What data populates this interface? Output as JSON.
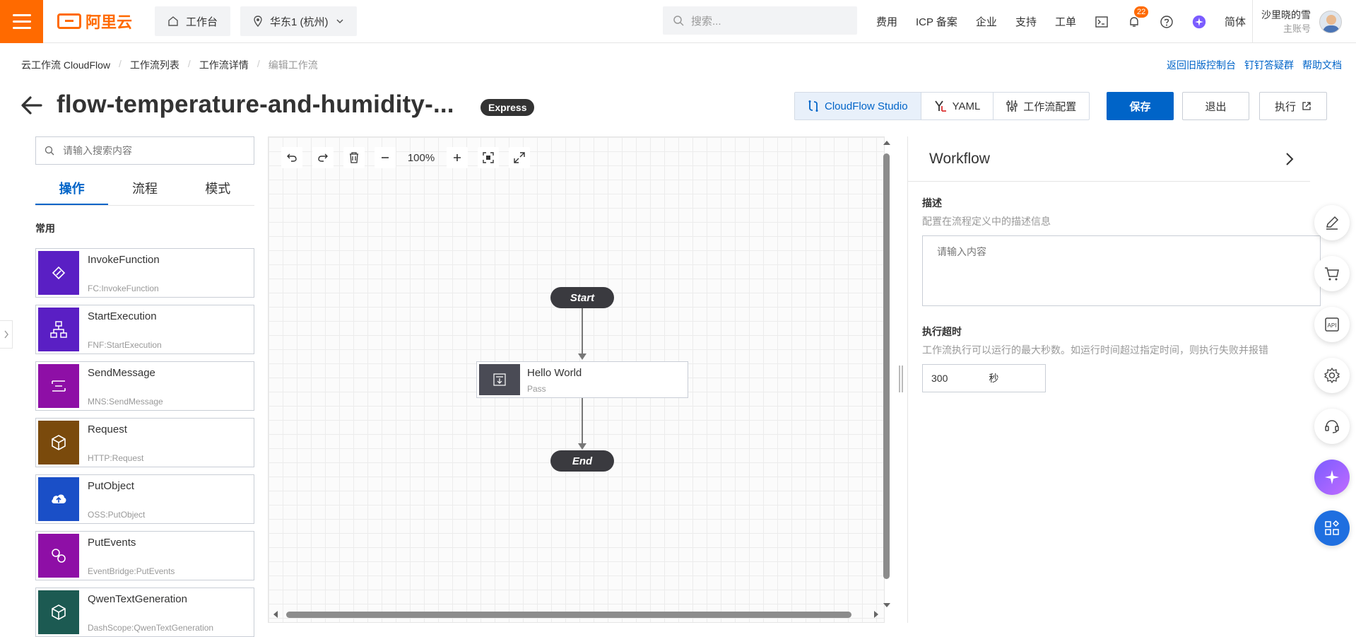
{
  "topbar": {
    "logo_text": "阿里云",
    "workbench_label": "工作台",
    "region_label": "华东1 (杭州)",
    "search_placeholder": "搜索...",
    "links": [
      "费用",
      "ICP 备案",
      "企业",
      "支持",
      "工单"
    ],
    "notification_count": "22",
    "language_label": "简体",
    "user_name": "沙里晓的雪",
    "user_role": "主账号",
    "accent_color": "#ff6a00"
  },
  "breadcrumb": {
    "items": [
      "云工作流 CloudFlow",
      "工作流列表",
      "工作流详情"
    ],
    "current": "编辑工作流"
  },
  "help_links": [
    "返回旧版控制台",
    "钉钉答疑群",
    "帮助文档"
  ],
  "header": {
    "title": "flow-temperature-and-humidity-...",
    "tag": "Express",
    "segments": [
      "CloudFlow Studio",
      "YAML",
      "工作流配置"
    ],
    "save_label": "保存",
    "exit_label": "退出",
    "run_label": "执行",
    "primary_color": "#0064c8"
  },
  "left_panel": {
    "search_placeholder": "请输入搜索内容",
    "tabs": [
      "操作",
      "流程",
      "模式"
    ],
    "section_title": "常用",
    "operations": [
      {
        "name": "InvokeFunction",
        "sub": "FC:InvokeFunction",
        "color": "#5a1fc4",
        "icon": "function-icon"
      },
      {
        "name": "StartExecution",
        "sub": "FNF:StartExecution",
        "color": "#5a1fc4",
        "icon": "flow-icon"
      },
      {
        "name": "SendMessage",
        "sub": "MNS:SendMessage",
        "color": "#8e0fa6",
        "icon": "message-icon"
      },
      {
        "name": "Request",
        "sub": "HTTP:Request",
        "color": "#7a4a0c",
        "icon": "cube-icon"
      },
      {
        "name": "PutObject",
        "sub": "OSS:PutObject",
        "color": "#1a4fc7",
        "icon": "cloud-upload-icon"
      },
      {
        "name": "PutEvents",
        "sub": "EventBridge:PutEvents",
        "color": "#8e0fa6",
        "icon": "events-icon"
      },
      {
        "name": "QwenTextGeneration",
        "sub": "DashScope:QwenTextGeneration",
        "color": "#1c5a52",
        "icon": "cube-icon"
      }
    ]
  },
  "canvas": {
    "zoom": "100%",
    "start_label": "Start",
    "end_label": "End",
    "task_name": "Hello World",
    "task_type": "Pass"
  },
  "right_panel": {
    "title": "Workflow",
    "desc_label": "描述",
    "desc_help": "配置在流程定义中的描述信息",
    "desc_placeholder": "请输入内容",
    "timeout_label": "执行超时",
    "timeout_help": "工作流执行可以运行的最大秒数。如运行时间超过指定时间，则执行失败并报错",
    "timeout_value": "300",
    "timeout_unit": "秒"
  }
}
